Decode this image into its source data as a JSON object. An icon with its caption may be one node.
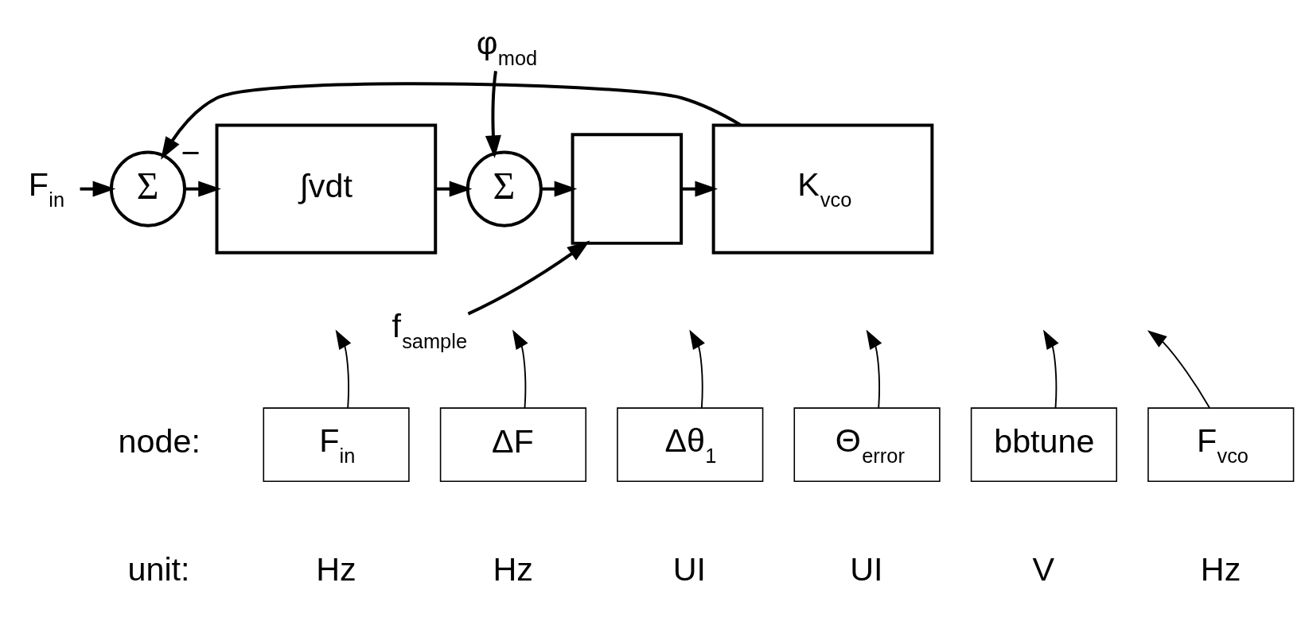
{
  "diagram": {
    "nodes": [
      {
        "text": [
          "F$_{in}$"
        ]
      },
      {
        "text": [
          "Σ"
        ]
      },
      {
        "text": [
          "∫vdt"
        ]
      },
      {
        "text": [
          "φ$_{mod}$"
        ]
      },
      {
        "text": [
          "Σ"
        ]
      },
      {
        "text": [],
        "shape": "box"
      },
      {
        "text": [
          "f$_{sample}$"
        ]
      },
      {
        "text": [
          "K$_{vco}$"
        ]
      },
      {
        "text": [
          "F$_{in}$"
        ]
      },
      {
        "text": [
          "ΔF"
        ]
      },
      {
        "text": [
          "Δθ$_{1}$"
        ]
      },
      {
        "text": [
          "Θ$_{error}$"
        ]
      },
      {
        "text": [
          "bbtune"
        ]
      },
      {
        "text": [
          "F$_{vco}$"
        ]
      }
    ],
    "edges": [
      {
        "from": 0,
        "to": 1,
        "arrow": "to"
      },
      {
        "from": 1,
        "to": 2,
        "arrow": "to"
      },
      {
        "from": 2,
        "to": 4,
        "arrow": "to"
      },
      {
        "from": 3,
        "to": 4,
        "arrow": "to"
      },
      {
        "from": 4,
        "to": 5,
        "arrow": "to"
      },
      {
        "from": 6,
        "to": 5,
        "arrow": "to"
      },
      {
        "from": 5,
        "to": 7,
        "arrow": "to"
      },
      {
        "from": 7,
        "to": 1,
        "arrow": "to",
        "label": "−"
      },
      {
        "from": 8,
        "to": null,
        "arrow": "to"
      },
      {
        "from": 9,
        "to": null,
        "arrow": "to"
      },
      {
        "from": 10,
        "to": null,
        "arrow": "to"
      },
      {
        "from": 11,
        "to": null,
        "arrow": "to"
      },
      {
        "from": 12,
        "to": null,
        "arrow": "to"
      },
      {
        "from": 13,
        "to": null,
        "arrow": "to"
      }
    ],
    "labels": [
      "node:",
      "unit:",
      "Hz",
      "Hz",
      "UI",
      "UI",
      "V",
      "Hz"
    ]
  }
}
